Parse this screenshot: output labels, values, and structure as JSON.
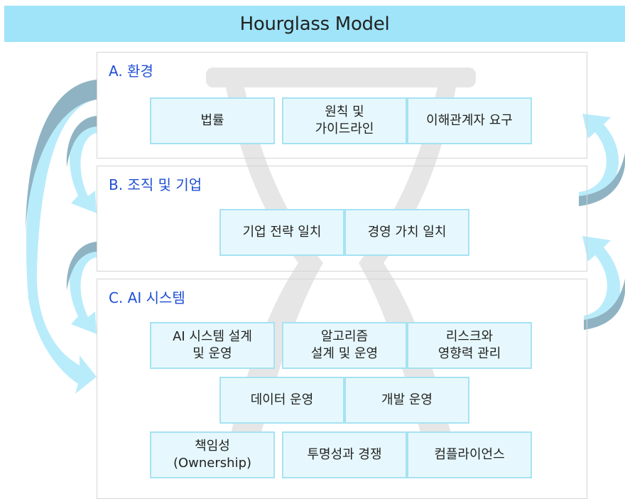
{
  "title": "Hourglass Model",
  "colors": {
    "title_bg": "#9fe4f8",
    "panel_label": "#1f4fd6",
    "box_bg": "#e6f8fd",
    "box_border": "#a6e2f3",
    "arrow_dark": "#7fa8b8",
    "arrow_light": "#b9ecfb",
    "hourglass": "#e3e3e3"
  },
  "panels": {
    "a": {
      "label": "A. 환경",
      "items": [
        "법률",
        "원칙 및\n가이드라인",
        "이해관계자 요구"
      ]
    },
    "b": {
      "label": "B. 조직 및 기업",
      "items": [
        "기업 전략 일치",
        "경영 가치 일치"
      ]
    },
    "c": {
      "label": "C. AI 시스템",
      "items": [
        "AI 시스템 설계\n및 운영",
        "알고리즘\n설계 및 운영",
        "리스크와\n영향력 관리",
        "데이터 운영",
        "개발 운영",
        "책임성\n(Ownership)",
        "투명성과 경쟁",
        "컴플라이언스"
      ]
    }
  }
}
